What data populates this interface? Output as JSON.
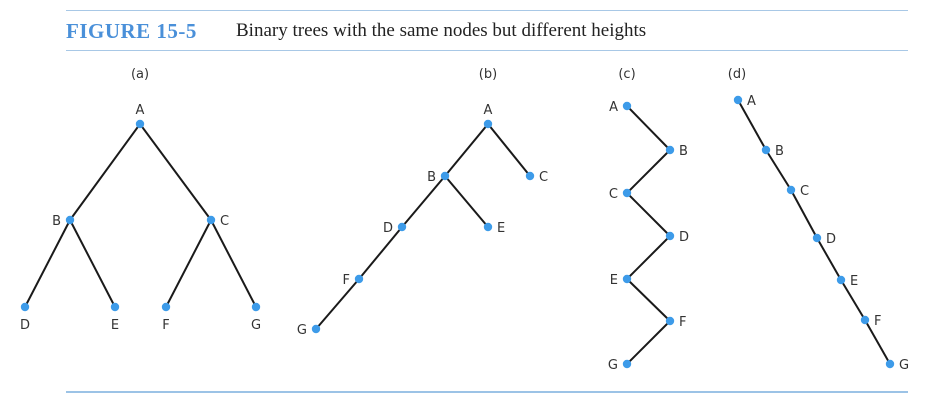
{
  "figure": {
    "label": "FIGURE 15-5",
    "caption": "Binary trees with the same nodes but different heights"
  },
  "trees": [
    {
      "label": "(a)",
      "nodes": [
        {
          "id": "A",
          "label": "A"
        },
        {
          "id": "B",
          "label": "B"
        },
        {
          "id": "C",
          "label": "C"
        },
        {
          "id": "D",
          "label": "D"
        },
        {
          "id": "E",
          "label": "E"
        },
        {
          "id": "F",
          "label": "F"
        },
        {
          "id": "G",
          "label": "G"
        }
      ],
      "edges": [
        [
          "A",
          "B"
        ],
        [
          "A",
          "C"
        ],
        [
          "B",
          "D"
        ],
        [
          "B",
          "E"
        ],
        [
          "C",
          "F"
        ],
        [
          "C",
          "G"
        ]
      ]
    },
    {
      "label": "(b)",
      "nodes": [
        {
          "id": "A",
          "label": "A"
        },
        {
          "id": "B",
          "label": "B"
        },
        {
          "id": "C",
          "label": "C"
        },
        {
          "id": "D",
          "label": "D"
        },
        {
          "id": "E",
          "label": "E"
        },
        {
          "id": "F",
          "label": "F"
        },
        {
          "id": "G",
          "label": "G"
        }
      ],
      "edges": [
        [
          "A",
          "B"
        ],
        [
          "A",
          "C"
        ],
        [
          "B",
          "D"
        ],
        [
          "B",
          "E"
        ],
        [
          "D",
          "F"
        ],
        [
          "F",
          "G"
        ]
      ]
    },
    {
      "label": "(c)",
      "nodes": [
        {
          "id": "A",
          "label": "A"
        },
        {
          "id": "B",
          "label": "B"
        },
        {
          "id": "C",
          "label": "C"
        },
        {
          "id": "D",
          "label": "D"
        },
        {
          "id": "E",
          "label": "E"
        },
        {
          "id": "F",
          "label": "F"
        },
        {
          "id": "G",
          "label": "G"
        }
      ],
      "edges": [
        [
          "A",
          "B"
        ],
        [
          "B",
          "C"
        ],
        [
          "C",
          "D"
        ],
        [
          "D",
          "E"
        ],
        [
          "E",
          "F"
        ],
        [
          "F",
          "G"
        ]
      ]
    },
    {
      "label": "(d)",
      "nodes": [
        {
          "id": "A",
          "label": "A"
        },
        {
          "id": "B",
          "label": "B"
        },
        {
          "id": "C",
          "label": "C"
        },
        {
          "id": "D",
          "label": "D"
        },
        {
          "id": "E",
          "label": "E"
        },
        {
          "id": "F",
          "label": "F"
        },
        {
          "id": "G",
          "label": "G"
        }
      ],
      "edges": [
        [
          "A",
          "B"
        ],
        [
          "B",
          "C"
        ],
        [
          "C",
          "D"
        ],
        [
          "D",
          "E"
        ],
        [
          "E",
          "F"
        ],
        [
          "F",
          "G"
        ]
      ]
    }
  ],
  "colors": {
    "node": "#3d9be9",
    "edge": "#1a1a1a",
    "figure_label": "#4a90d9",
    "rule": "#a8c8e6"
  }
}
